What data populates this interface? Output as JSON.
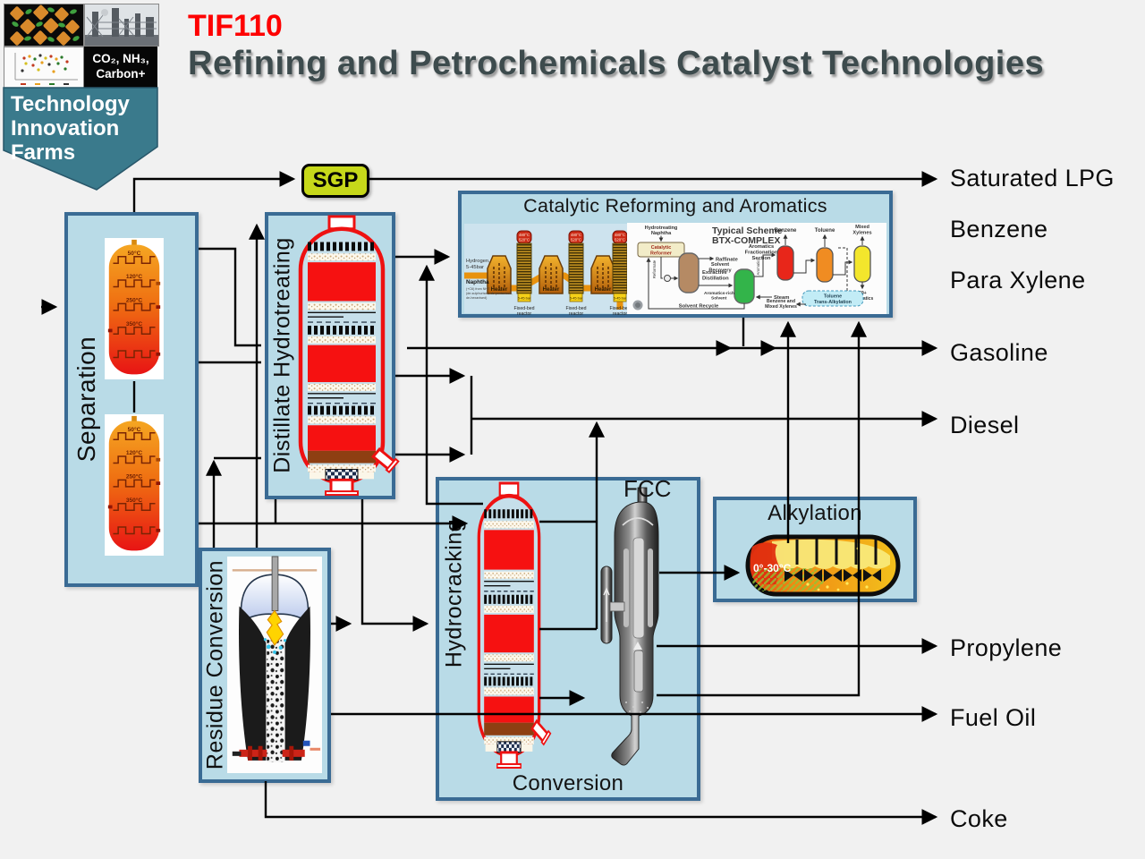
{
  "colors": {
    "background": "#f1f1f1",
    "box_fill": "#b9dbe7",
    "box_border": "#3a6b94",
    "sgp_fill": "#c6d81a",
    "title_red": "#fe0000",
    "title_dark": "#3d4b4d",
    "banner_teal": "#3a7a8c",
    "vessel_red": "#ee1111",
    "line": "#000000"
  },
  "header": {
    "code": "TIF110",
    "title": "Refining and Petrochemicals Catalyst Technologies"
  },
  "logo": {
    "org_line1": "Technology",
    "org_line2": "Innovation",
    "org_line3": "Farms",
    "badge_line1": "CO₂, NH₃,",
    "badge_line2": "Carbon+"
  },
  "units": {
    "separation": {
      "label": "Separation",
      "temps": [
        "50°C",
        "120°C",
        "250°C",
        "350°C"
      ]
    },
    "sgp": {
      "label": "SGP"
    },
    "distillate_hydrotreating": {
      "label": "Distillate Hydrotreating"
    },
    "catalytic_reforming": {
      "label": "Catalytic Reforming and Aromatics",
      "reformer": {
        "hydrogen_line1": "Hydrogen,",
        "hydrogen_line2": "5-45bar",
        "naphtha": "Naphtha",
        "naphtha_note1": "(+C6) from NHT",
        "naphtha_note2": "(de-sulphurised, de-pentanised,",
        "naphtha_note3": "de-hexanised)",
        "heater": "Heater",
        "temp_line1": "480°C",
        "temp_line2": "520°C",
        "pressure_chip": "5-45 bar",
        "reactor_line1": "Fixed-bed",
        "reactor_line2": "reactor"
      },
      "btx": {
        "title_line1": "Typical Scheme",
        "title_line2": "BTX-COMPLEX",
        "feed_line1": "Hydrotreating",
        "feed_line2": "Naphtha",
        "reformer_line1": "Catalytic",
        "reformer_line2": "Reformer",
        "reformate": "Reformate",
        "raffinate": "Raffinate",
        "extractive_line1": "Extractive",
        "extractive_line2": "Distillation",
        "solvent_line1": "Solvent",
        "solvent_line2": "Recovery",
        "arom_rich_line1": "Aromatics-rich",
        "arom_rich_line2": "Solvent",
        "steam": "Steam",
        "solvent_recycle": "Solvent Recycle",
        "aromatics": "Aromatics",
        "afs_line1": "Aromatics",
        "afs_line2": "Fractionation",
        "afs_line3": "Section",
        "benzene": "Benzene",
        "toluene": "Toluene",
        "xylenes_line1": "Mixed",
        "xylenes_line2": "Xylenes",
        "c9_line1": "C9+",
        "c9_line2": "Aromatics",
        "ta_line1": "Toluene",
        "ta_line2": "Trans-Alkylation",
        "bmx_line1": "Benzene and",
        "bmx_line2": "Mixed Xylenes"
      }
    },
    "residue_conversion": {
      "label": "Residue Conversion"
    },
    "conversion": {
      "label": "Conversion",
      "hydrocracking_label": "Hydrocracking",
      "fcc_label": "FCC"
    },
    "alkylation": {
      "label": "Alkylation",
      "temp_range": "0°-30°C"
    }
  },
  "products": [
    {
      "label": "Saturated LPG"
    },
    {
      "label": "Benzene"
    },
    {
      "label": "Para Xylene"
    },
    {
      "label": "Gasoline"
    },
    {
      "label": "Diesel"
    },
    {
      "label": "Propylene"
    },
    {
      "label": "Fuel Oil"
    },
    {
      "label": "Coke"
    }
  ]
}
